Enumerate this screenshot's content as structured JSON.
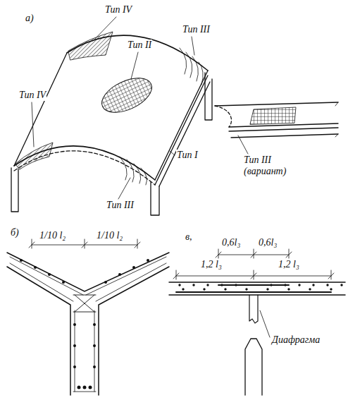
{
  "diagram": {
    "labels": [
      "а)",
      "Тип IV",
      "Тип III",
      "Тип II",
      "Тип IV",
      "Тип I",
      "Тип III",
      "Тип III (вариант)",
      "б)",
      "1/10 l₂",
      "1/10 l₂",
      "в,",
      "0,6l₃",
      "0,6l₃",
      "1,2 l₃",
      "1,2 l₃",
      "Диафрагма"
    ]
  }
}
